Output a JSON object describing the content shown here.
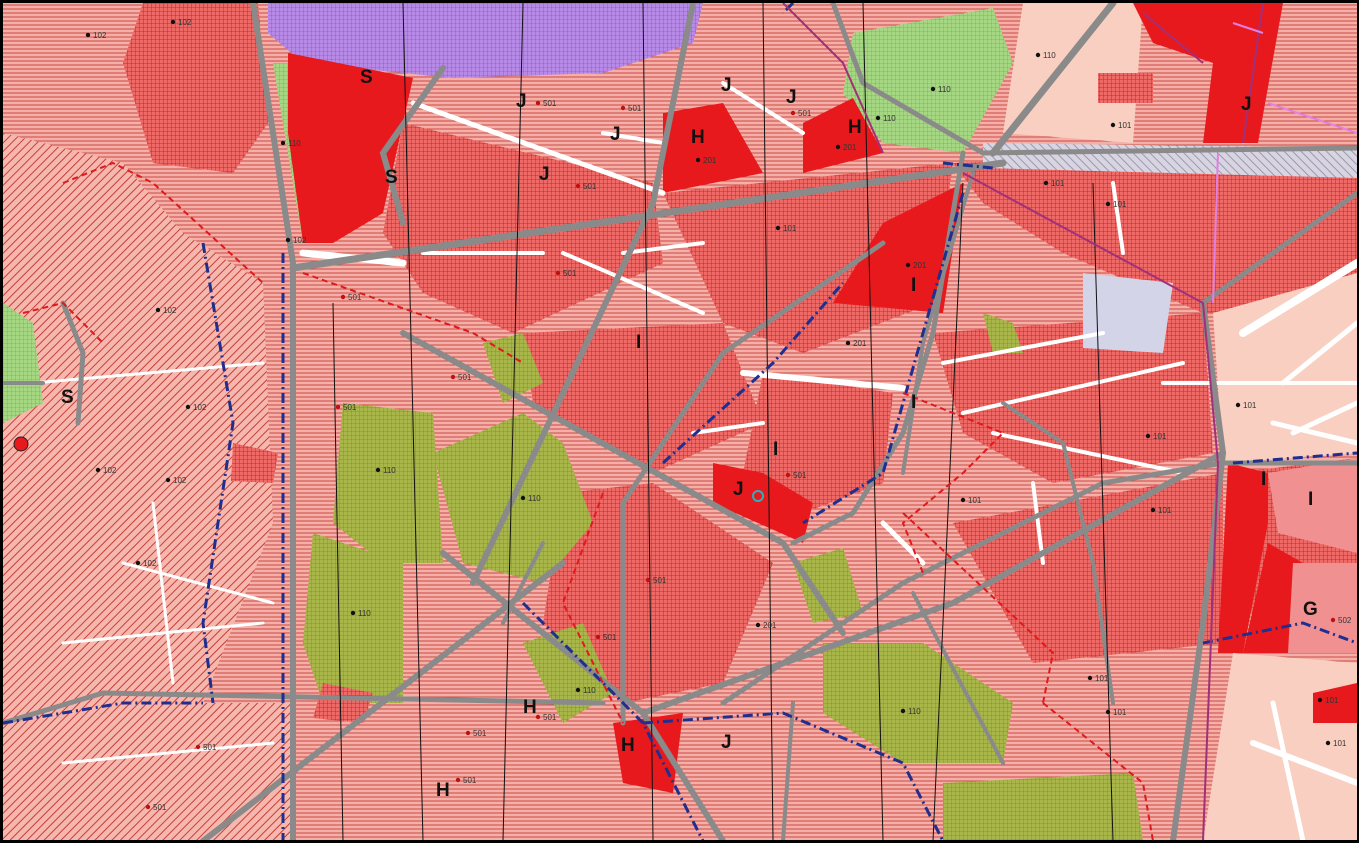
{
  "map": {
    "colors": {
      "background_residential": "#f0a6a0",
      "light_residential": "#f7c9b8",
      "dense_residential": "#e05a5a",
      "commercial_red": "#e8191c",
      "green_area": "#a8b64a",
      "light_green": "#9fd07a",
      "road": "#8a8a8a",
      "boundary_blue": "#1f2f8f",
      "boundary_red": "#e0191c",
      "purple_zone": "#a070e0",
      "hatch_line": "#c0302a"
    },
    "zone_labels": [
      {
        "id": "s1",
        "text": "S"
      },
      {
        "id": "s2",
        "text": "S"
      },
      {
        "id": "s3",
        "text": "S"
      },
      {
        "id": "j1",
        "text": "J"
      },
      {
        "id": "j2",
        "text": "J"
      },
      {
        "id": "j3",
        "text": "J"
      },
      {
        "id": "j4",
        "text": "J"
      },
      {
        "id": "j5",
        "text": "J"
      },
      {
        "id": "j6",
        "text": "J"
      },
      {
        "id": "j7",
        "text": "J"
      },
      {
        "id": "j8",
        "text": "J"
      },
      {
        "id": "h1",
        "text": "H"
      },
      {
        "id": "h2",
        "text": "H"
      },
      {
        "id": "h3",
        "text": "H"
      },
      {
        "id": "h4",
        "text": "H"
      },
      {
        "id": "h5",
        "text": "H"
      },
      {
        "id": "i1",
        "text": "I"
      },
      {
        "id": "i2",
        "text": "I"
      },
      {
        "id": "i3",
        "text": "I"
      },
      {
        "id": "i4",
        "text": "I"
      },
      {
        "id": "i5",
        "text": "I"
      },
      {
        "id": "i6",
        "text": "I"
      },
      {
        "id": "g1",
        "text": "G"
      }
    ],
    "parcel_codes": [
      {
        "id": "c1",
        "text": "101"
      },
      {
        "id": "c2",
        "text": "101"
      },
      {
        "id": "c3",
        "text": "101"
      },
      {
        "id": "c4",
        "text": "101"
      },
      {
        "id": "c5",
        "text": "101"
      },
      {
        "id": "c6",
        "text": "101"
      },
      {
        "id": "c7",
        "text": "101"
      },
      {
        "id": "c8",
        "text": "101"
      },
      {
        "id": "c9",
        "text": "101"
      },
      {
        "id": "c10",
        "text": "101"
      },
      {
        "id": "c11",
        "text": "101"
      },
      {
        "id": "c12",
        "text": "101"
      },
      {
        "id": "c13",
        "text": "102"
      },
      {
        "id": "c14",
        "text": "102"
      },
      {
        "id": "c15",
        "text": "102"
      },
      {
        "id": "c16",
        "text": "102"
      },
      {
        "id": "c17",
        "text": "102"
      },
      {
        "id": "c18",
        "text": "102"
      },
      {
        "id": "c19",
        "text": "102"
      },
      {
        "id": "c20",
        "text": "501"
      },
      {
        "id": "c21",
        "text": "501"
      },
      {
        "id": "c22",
        "text": "501"
      },
      {
        "id": "c23",
        "text": "501"
      },
      {
        "id": "c24",
        "text": "501"
      },
      {
        "id": "c25",
        "text": "501"
      },
      {
        "id": "c26",
        "text": "501"
      },
      {
        "id": "c27",
        "text": "501"
      },
      {
        "id": "c28",
        "text": "501"
      },
      {
        "id": "c29",
        "text": "501"
      },
      {
        "id": "c30",
        "text": "501"
      },
      {
        "id": "c31",
        "text": "501"
      },
      {
        "id": "c32",
        "text": "501"
      },
      {
        "id": "c33",
        "text": "501"
      },
      {
        "id": "c34",
        "text": "501"
      },
      {
        "id": "c35",
        "text": "501"
      },
      {
        "id": "c36",
        "text": "502"
      },
      {
        "id": "c37",
        "text": "201"
      },
      {
        "id": "c38",
        "text": "201"
      },
      {
        "id": "c39",
        "text": "201"
      },
      {
        "id": "c40",
        "text": "201"
      },
      {
        "id": "c41",
        "text": "201"
      },
      {
        "id": "c42",
        "text": "110"
      },
      {
        "id": "c43",
        "text": "110"
      },
      {
        "id": "c44",
        "text": "110"
      },
      {
        "id": "c45",
        "text": "110"
      },
      {
        "id": "c46",
        "text": "110"
      },
      {
        "id": "c47",
        "text": "110"
      },
      {
        "id": "c48",
        "text": "110"
      },
      {
        "id": "c49",
        "text": "110"
      },
      {
        "id": "c50",
        "text": "110"
      },
      {
        "id": "c51",
        "text": "102"
      }
    ]
  }
}
